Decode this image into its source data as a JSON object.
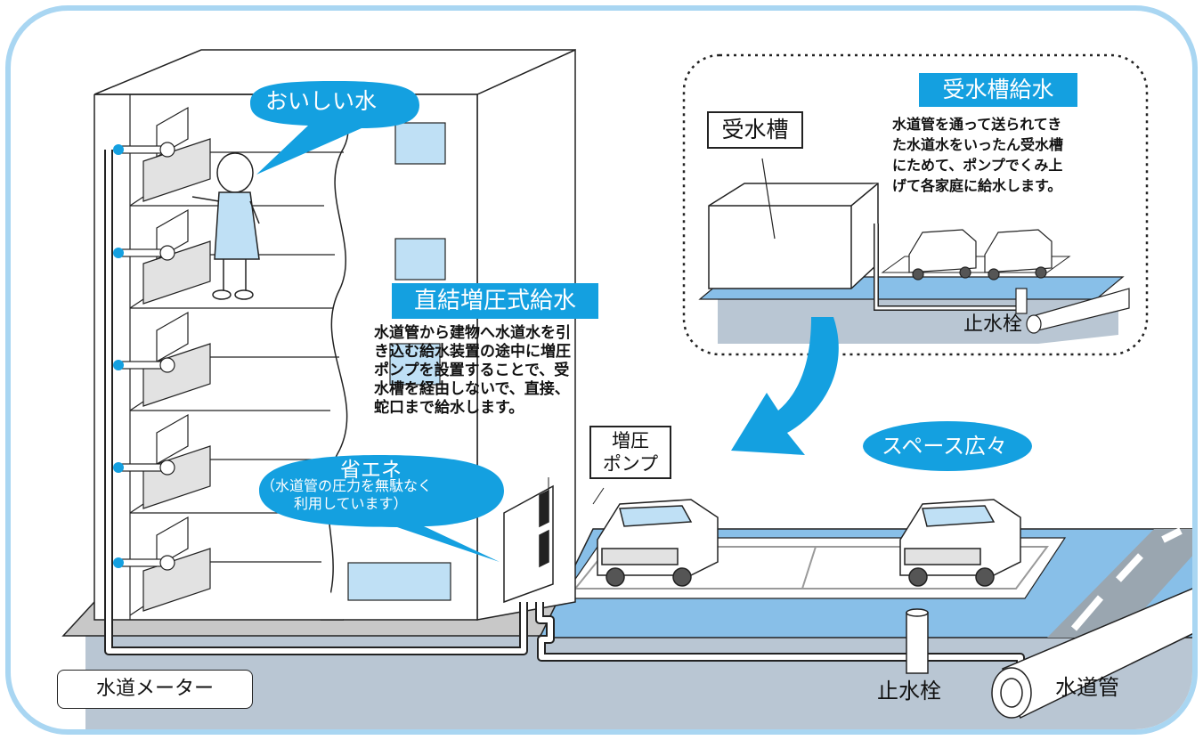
{
  "bubble_tasty": "おいしい水",
  "bubble_energy_title": "省エネ",
  "bubble_energy_sub1": "（水道管の圧力を無駄なく",
  "bubble_energy_sub2": "利用しています）",
  "bubble_space": "スペース広々",
  "direct": {
    "title": "直結増圧式給水",
    "lines": [
      "水道管から建物へ水道水を引",
      "き込む給水装置の途中に増圧",
      "ポンプを設置することで、受",
      "水槽を経由しないで、直接、",
      "蛇口まで給水します。"
    ]
  },
  "tank": {
    "title": "受水槽給水",
    "box_label": "受水槽",
    "lines": [
      "水道管を通って送られてき",
      "た水道水をいったん受水槽",
      "にためて、ポンプでくみ上",
      "げて各家庭に給水します。"
    ]
  },
  "pump_label_1": "増圧",
  "pump_label_2": "ポンプ",
  "stop_valve": "止水栓",
  "stop_valve_small": "止水栓",
  "water_pipe": "水道管",
  "water_meter": "水道メーター",
  "colors": {
    "accent_blue": "#14a0e0",
    "ground_gray": "#b9c6d3",
    "light_blue": "#bfe0f5",
    "parking_blue": "#88bfe8",
    "frame": "#a9d6f2"
  }
}
